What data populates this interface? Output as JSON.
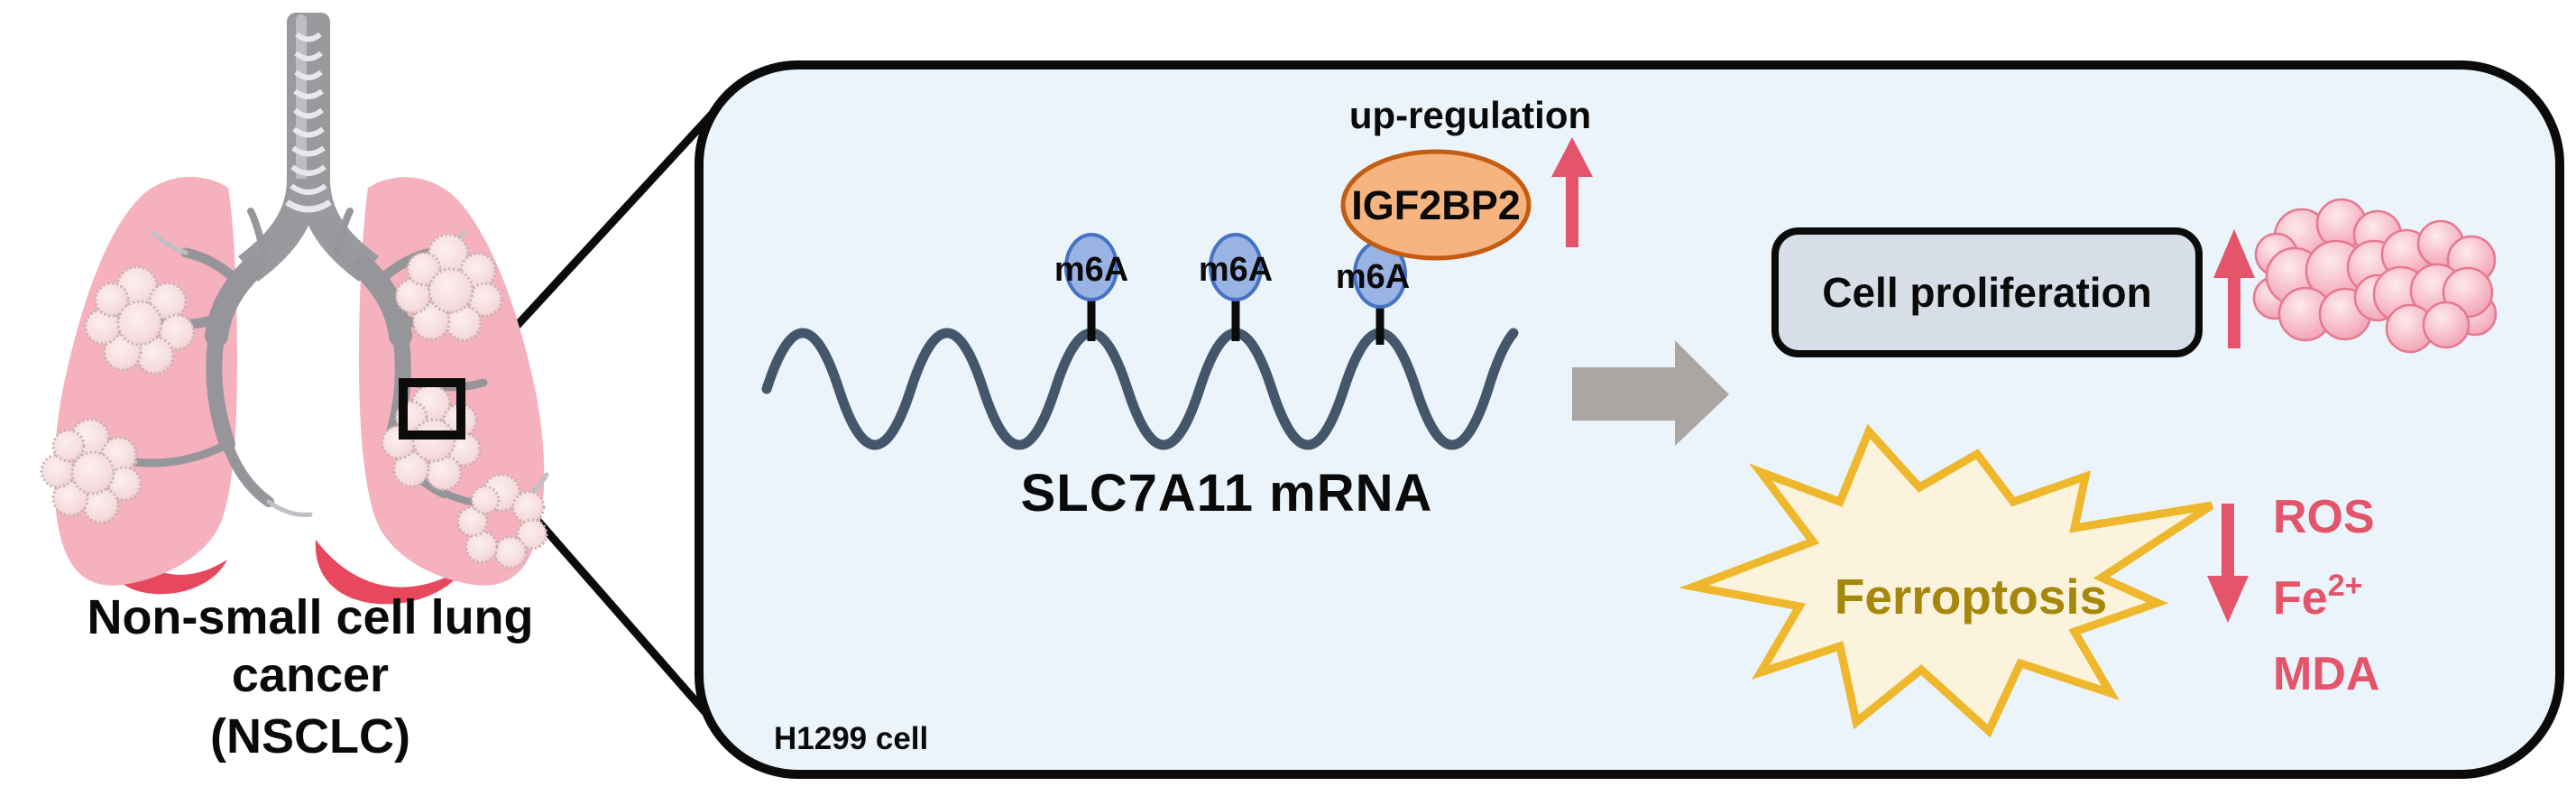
{
  "left_panel": {
    "caption_lines": [
      "Non-small cell lung",
      "cancer",
      "(NSCLC)"
    ]
  },
  "cell_panel": {
    "cell_name": "H1299 cell",
    "upregulation_label": "up-regulation",
    "protein_label": "IGF2BP2",
    "m6a_labels": [
      "m6A",
      "m6A",
      "m6A"
    ],
    "mrna_label": "SLC7A11 mRNA",
    "proliferation_label": "Cell proliferation",
    "ferroptosis_label": "Ferroptosis",
    "markers": [
      {
        "text": "ROS",
        "sup": ""
      },
      {
        "text": "Fe",
        "sup": "2+"
      },
      {
        "text": "MDA",
        "sup": ""
      }
    ]
  },
  "colors": {
    "cell_background": "#EAF4FA",
    "outline_black": "#0B0B0B",
    "accent_red": "#E4546A",
    "mrna_wave": "#44566B",
    "m6a_fill": "#98B3E4",
    "m6a_border": "#4472C4",
    "protein_fill": "#F6B480",
    "protein_border": "#C45C12",
    "proliferation_box_fill": "#D8DEE8",
    "gray_arrow": "#ABA5A3",
    "star_fill": "#FBF3DB",
    "star_border": "#EFB72B",
    "star_text": "#A5870B",
    "lung_pink": "#F5B1BE",
    "lung_crimson": "#E8485E",
    "airway_gray": "#96959A",
    "tumor_fill": "#F6DCDE",
    "cells_pink": "#F5A9BC"
  }
}
